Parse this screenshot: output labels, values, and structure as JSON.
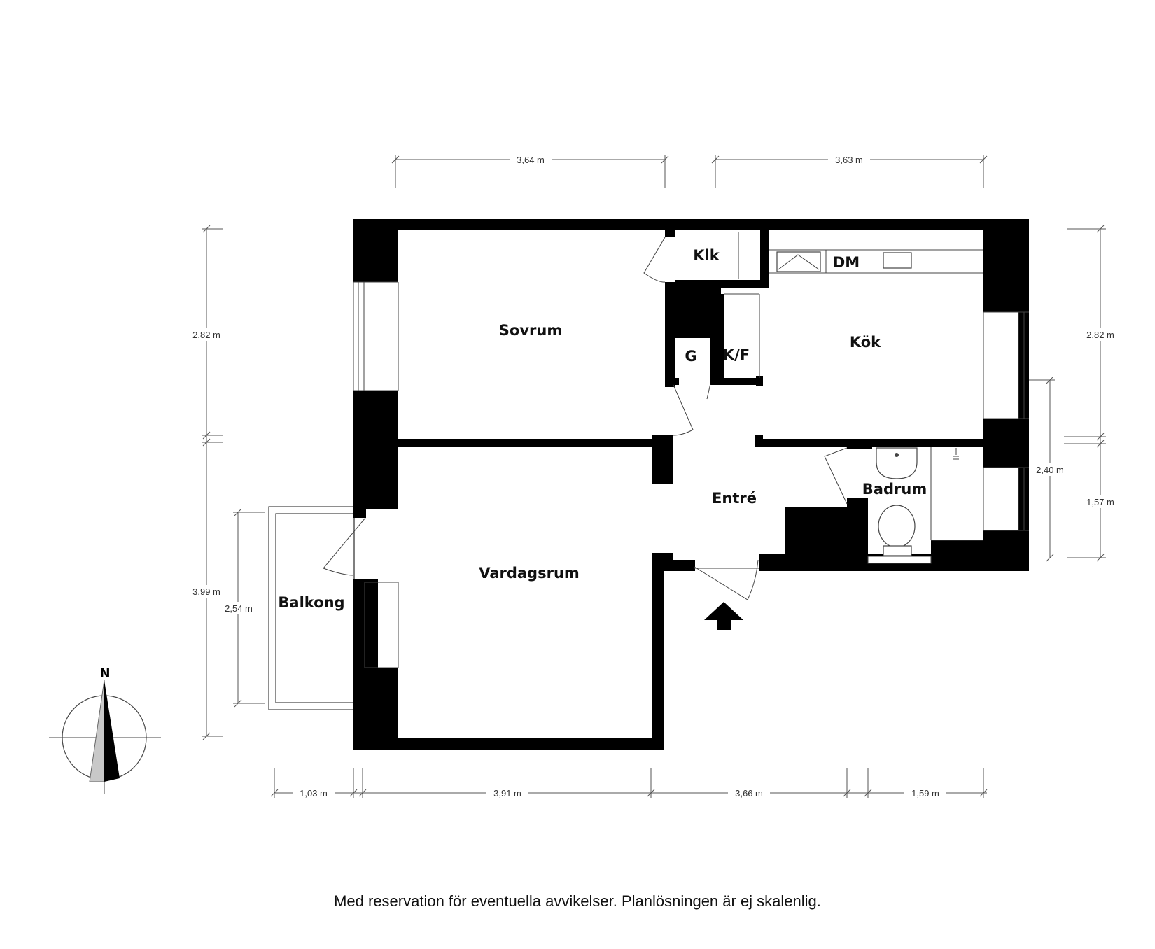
{
  "rooms": {
    "sovrum": "Sovrum",
    "klk": "Klk",
    "dm": "DM",
    "kok": "Kök",
    "g": "G",
    "kf": "K/F",
    "entre": "Entré",
    "badrum": "Badrum",
    "vardagsrum": "Vardagsrum",
    "balkong": "Balkong"
  },
  "dimensions": {
    "top_left": "3,64 m",
    "top_right": "3,63 m",
    "left_upper": "2,82 m",
    "left_lower": "3,99 m",
    "balcony_height": "2,54 m",
    "right_upper": "2,82 m",
    "right_mid": "2,40 m",
    "right_lower": "1,57 m",
    "bottom_balcony": "1,03 m",
    "bottom_living": "3,91 m",
    "bottom_entre": "3,66 m",
    "bottom_bath": "1,59 m"
  },
  "compass": {
    "north": "N"
  },
  "footer": "Med reservation för eventuella avvikelser. Planlösningen är ej skalenlig."
}
